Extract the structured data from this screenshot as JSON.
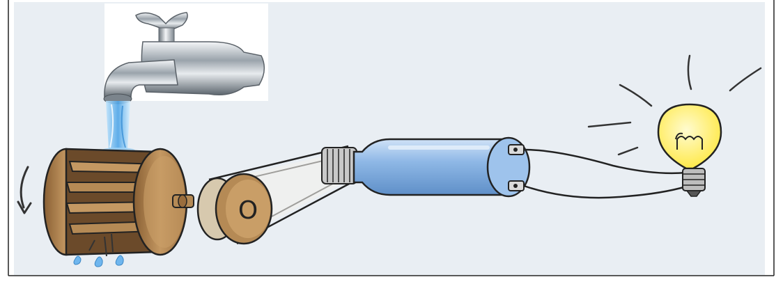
{
  "diagram": {
    "components": [
      {
        "id": "faucet",
        "icon": "faucet-icon"
      },
      {
        "id": "water-stream",
        "icon": "water-icon"
      },
      {
        "id": "water-wheel",
        "icon": "water-wheel-icon"
      },
      {
        "id": "rotation-arrow",
        "icon": "curved-arrow-icon"
      },
      {
        "id": "drive-pulley",
        "label": "O"
      },
      {
        "id": "belt",
        "icon": "belt-icon"
      },
      {
        "id": "generator",
        "icon": "generator-icon"
      },
      {
        "id": "wires",
        "icon": "wire-icon"
      },
      {
        "id": "light-bulb",
        "icon": "light-bulb-icon"
      }
    ],
    "colors": {
      "background": "#e9eef3",
      "wood": "#b58a55",
      "wood_dark": "#7a5530",
      "generator_blue": "#8fb8e6",
      "bulb_yellow": "#fff27a",
      "water": "#6fb6ee"
    }
  }
}
